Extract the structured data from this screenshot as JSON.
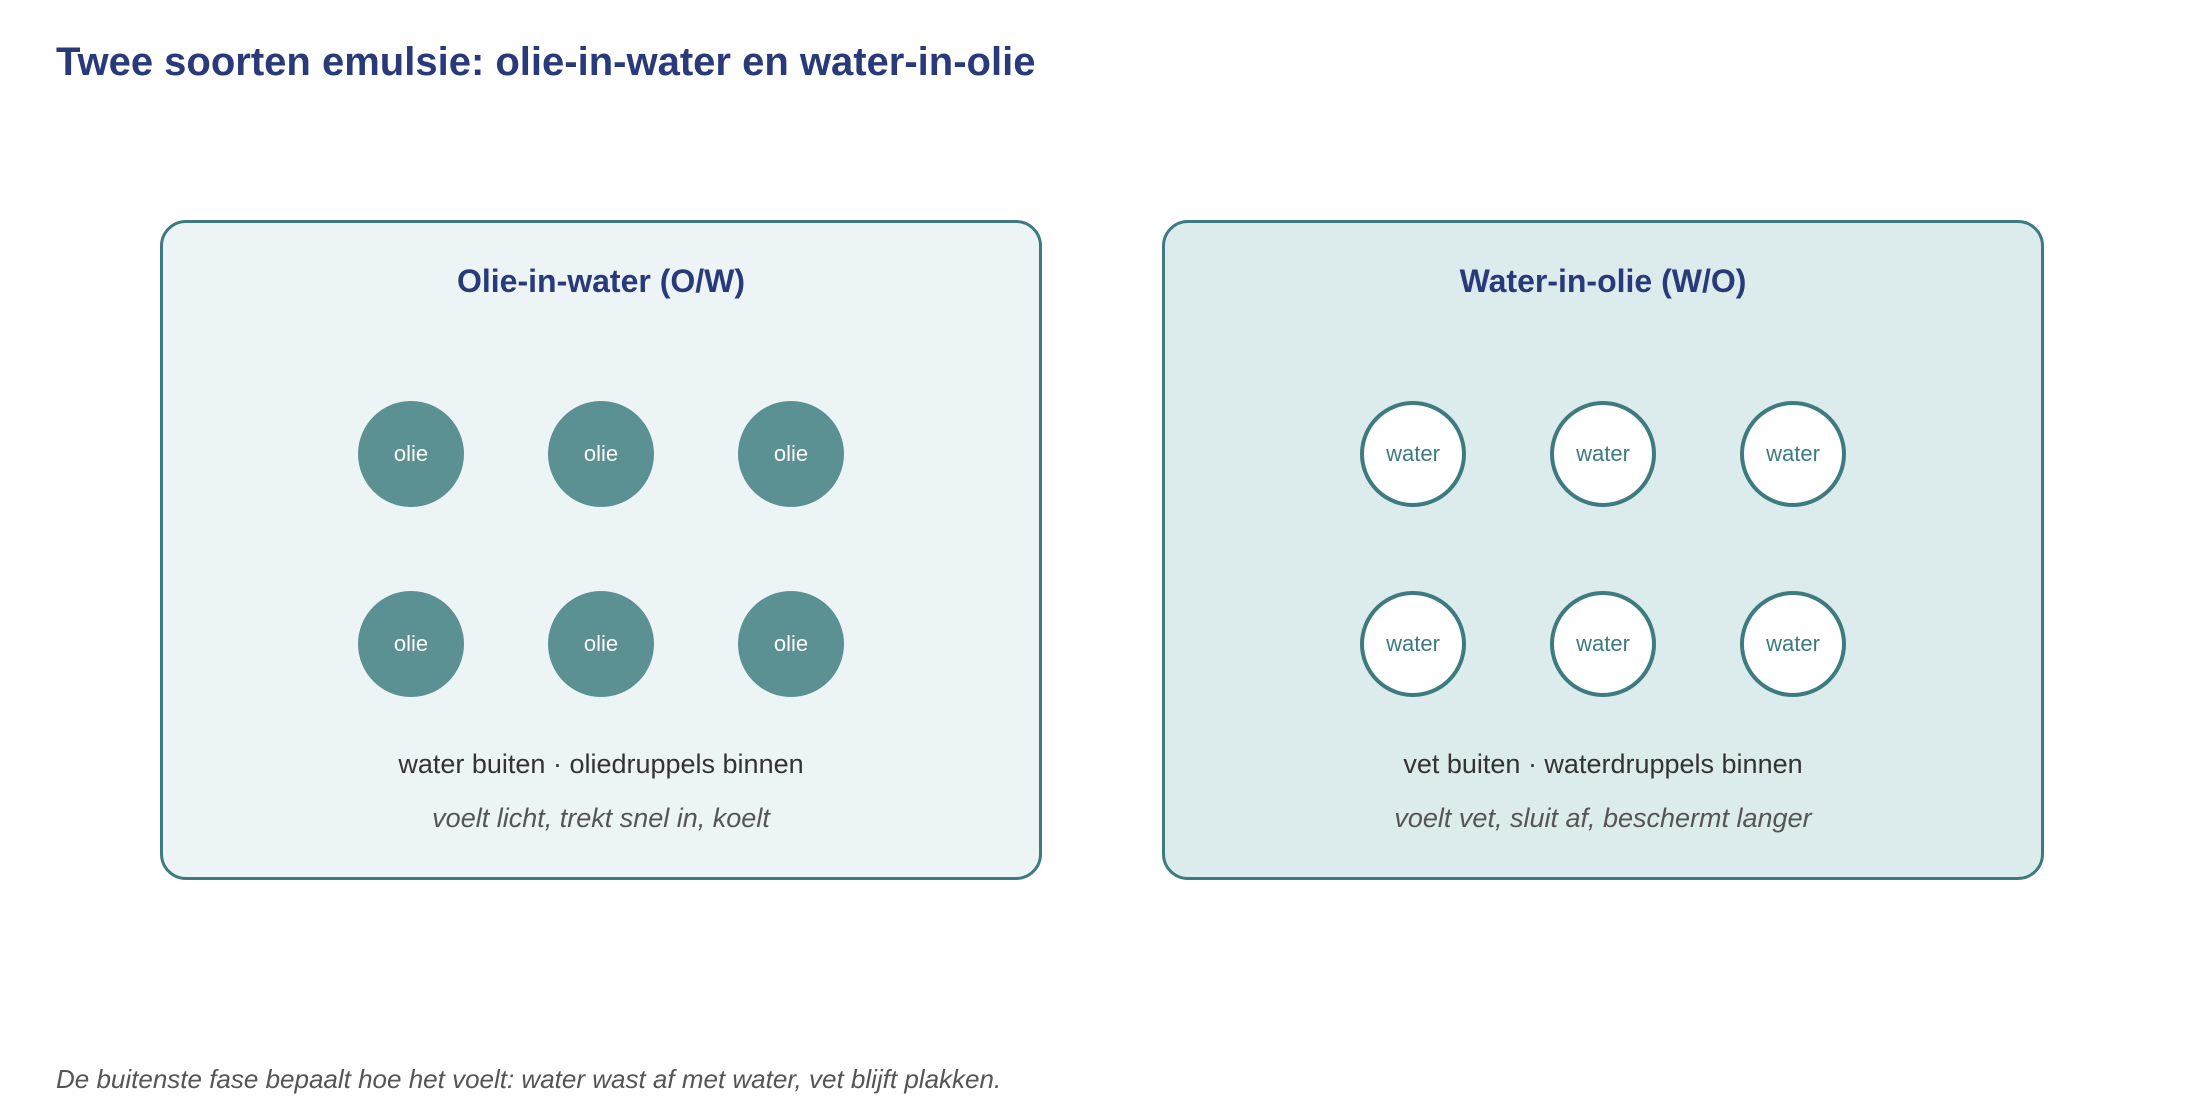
{
  "title": "Twee soorten emulsie: olie-in-water en water-in-olie",
  "panels": [
    {
      "title": "Olie-in-water (O/W)",
      "droplet_label": "olie",
      "droplet_count": 6,
      "description": "water buiten · oliedruppels binnen",
      "feel": "voelt licht, trekt snel in, koelt"
    },
    {
      "title": "Water-in-olie (W/O)",
      "droplet_label": "water",
      "droplet_count": 6,
      "description": "vet buiten · waterdruppels binnen",
      "feel": "voelt vet, sluit af, beschermt langer"
    }
  ],
  "footnote": "De buitenste fase bepaalt hoe het voelt: water wast af met water, vet blijft plakken.",
  "colors": {
    "title": "#283a7a",
    "accent": "#3d7b80",
    "oil_droplet": "#5b9193",
    "ow_background": "#ecf4f5",
    "wo_background": "#dcebec"
  }
}
